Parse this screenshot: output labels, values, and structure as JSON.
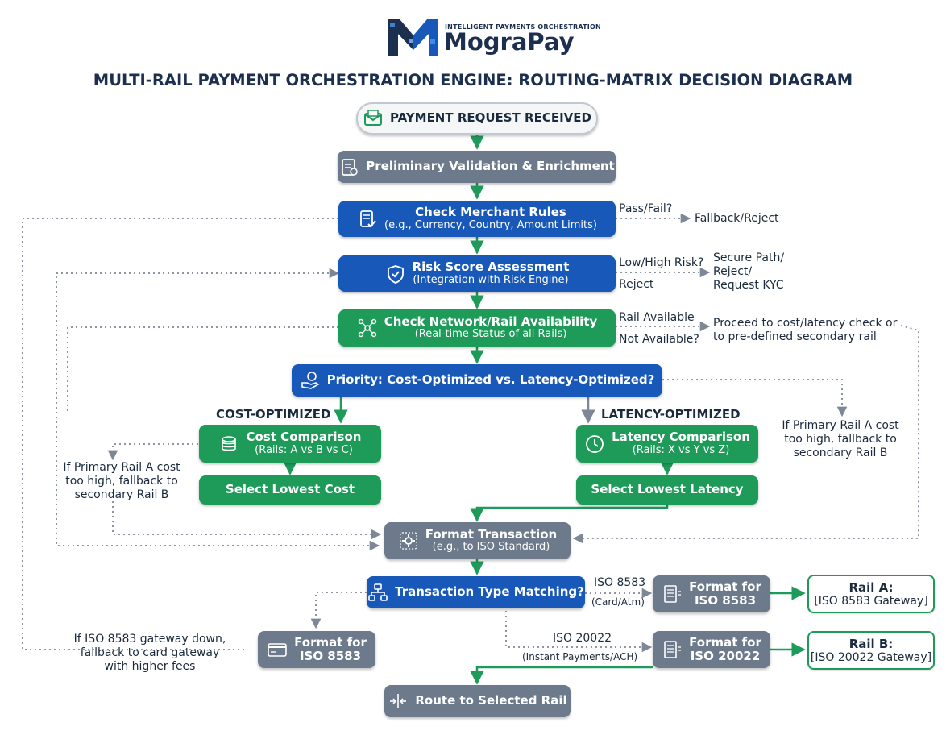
{
  "brand": {
    "tagline": "INTELLIGENT PAYMENTS ORCHESTRATION",
    "name": "MograPay",
    "colors": {
      "navy": "#1c2f4f",
      "blue": "#1758b8",
      "green": "#1e9a59",
      "gray": "#6c7a8c"
    }
  },
  "title": "MULTI-RAIL PAYMENT ORCHESTRATION ENGINE: ROUTING-MATRIX DECISION DIAGRAM",
  "nodes": {
    "request": {
      "label": "PAYMENT REQUEST RECEIVED",
      "icon": "envelope-icon"
    },
    "validation": {
      "label": "Preliminary Validation & Enrichment",
      "icon": "clipboard-icon"
    },
    "merchant": {
      "label": "Check Merchant Rules",
      "sub": "(e.g., Currency, Country, Amount Limits)",
      "icon": "document-check-icon"
    },
    "risk": {
      "label": "Risk Score Assessment",
      "sub": "(Integration with Risk Engine)",
      "icon": "shield-check-icon"
    },
    "network": {
      "label": "Check Network/Rail Availability",
      "sub": "(Real-time Status of all Rails)",
      "icon": "network-icon"
    },
    "priority": {
      "label": "Priority: Cost-Optimized vs. Latency-Optimized?",
      "icon": "hand-coin-icon"
    },
    "cost": {
      "label": "Cost Comparison",
      "sub": "(Rails: A vs B vs C)",
      "icon": "coins-icon"
    },
    "lowest_cost": {
      "label": "Select Lowest Cost"
    },
    "latency": {
      "label": "Latency Comparison",
      "sub": "(Rails: X vs Y vs Z)",
      "icon": "clock-icon"
    },
    "lowest_latency": {
      "label": "Select Lowest Latency"
    },
    "format_tx": {
      "label": "Format Transaction",
      "sub": "(e.g., to ISO Standard)",
      "icon": "gear-icon"
    },
    "tx_type": {
      "label": "Transaction Type Matching?",
      "icon": "hierarchy-icon"
    },
    "format_8583_right": {
      "label": "Format for",
      "label2": "ISO 8583",
      "icon": "document-lines-icon"
    },
    "format_20022_right": {
      "label": "Format for",
      "label2": "ISO 20022",
      "icon": "document-lines-icon"
    },
    "format_8583_left": {
      "label": "Format for",
      "label2": "ISO 8583",
      "icon": "card-icon"
    },
    "rail_a": {
      "label": "Rail A:",
      "sub": "[ISO 8583 Gateway]"
    },
    "rail_b": {
      "label": "Rail B:",
      "sub": "[ISO 20022 Gateway]"
    },
    "route": {
      "label": "Route to Selected Rail",
      "icon": "route-icon"
    }
  },
  "labels": {
    "pass_fail": "Pass/Fail?",
    "fallback_reject": "Fallback/Reject",
    "low_high_risk": "Low/High Risk?",
    "reject": "Reject",
    "secure_path": [
      "Secure Path/",
      "Reject/",
      "Request KYC"
    ],
    "rail_available": "Rail Available",
    "not_available": "Not Available?",
    "proceed": [
      "Proceed to cost/latency check or",
      "to pre-defined secondary rail"
    ],
    "cost_optimized": "COST-OPTIMIZED",
    "latency_optimized": "LATENCY-OPTIMIZED",
    "left_fallback": [
      "If Primary Rail A cost",
      "too high, fallback to",
      "secondary Rail B"
    ],
    "right_fallback": [
      "If Primary Rail A cost",
      "too high, fallback to",
      "secondary Rail B"
    ],
    "iso8583": "ISO 8583",
    "card_atm": "(Card/Atm)",
    "iso20022": "ISO 20022",
    "instant": "(Instant Payments/ACH)",
    "gateway_down": [
      "If ISO 8583 gateway down,",
      "fallback to card gateway",
      "with higher fees"
    ]
  }
}
